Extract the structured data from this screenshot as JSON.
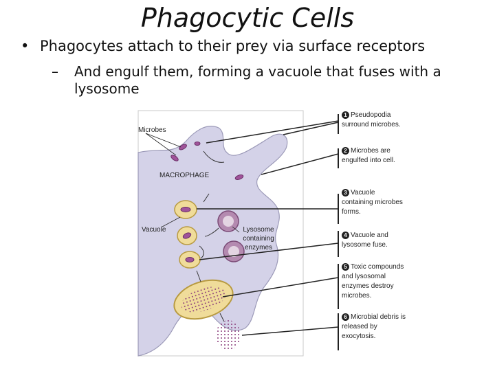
{
  "title": "Phagocytic Cells",
  "bullets": {
    "level1": "Phagocytes attach to their prey via surface receptors",
    "level2": "And engulf them, forming a vacuole that fuses with a lysosome"
  },
  "figure": {
    "labels": {
      "microbes": "Microbes",
      "macrophage": "MACROPHAGE",
      "vacuole": "Vacuole",
      "lysosome": "Lysosome containing enzymes"
    },
    "steps": [
      {
        "num": "1",
        "text": "Pseudopodia surround microbes."
      },
      {
        "num": "2",
        "text": "Microbes are engulfed into cell."
      },
      {
        "num": "3",
        "text": "Vacuole containing microbes forms."
      },
      {
        "num": "4",
        "text": "Vacuole and lysosome fuse."
      },
      {
        "num": "5",
        "text": "Toxic compounds and lysosomal enzymes destroy microbes."
      },
      {
        "num": "6",
        "text": "Microbial debris is released by exocytosis."
      }
    ]
  },
  "colors": {
    "cell": "#d4d2e8",
    "panel_border": "#c8c8c8",
    "microbe": "#a0539a",
    "vacuole": "#f0dc9a"
  }
}
